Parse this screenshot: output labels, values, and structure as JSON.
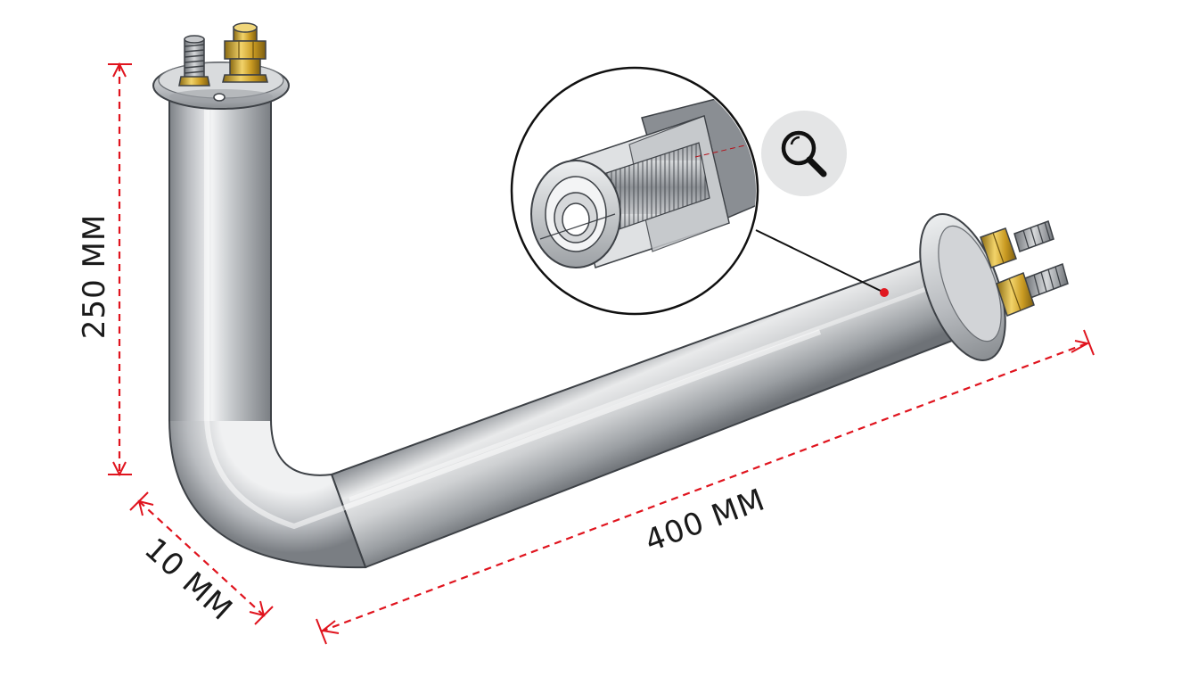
{
  "dimensions": {
    "height_label": "250 MM",
    "length_label": "400 MM",
    "diameter_label": "10 MM"
  },
  "icons": {
    "zoom": "magnifier-icon"
  },
  "colors": {
    "dimension_line": "#e0141e",
    "tube_steel": "#b9bcc0",
    "terminal_brass": "#c9a227",
    "callout_dot": "#e01820"
  }
}
